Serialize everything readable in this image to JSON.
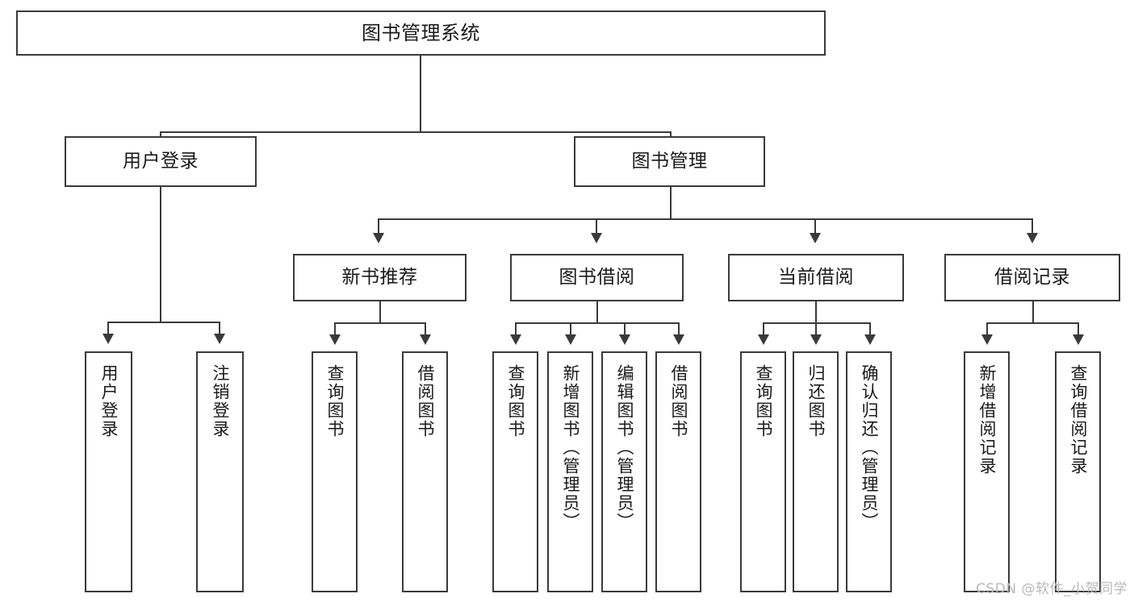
{
  "diagram": {
    "title_box": {
      "label": "图书管理系统"
    },
    "level2": [
      {
        "id": "user-login",
        "label": "用户登录"
      },
      {
        "id": "book-manage",
        "label": "图书管理"
      }
    ],
    "level3": [
      {
        "id": "new-book-recommend",
        "label": "新书推荐"
      },
      {
        "id": "book-borrow",
        "label": "图书借阅"
      },
      {
        "id": "current-borrow",
        "label": "当前借阅"
      },
      {
        "id": "borrow-record",
        "label": "借阅记录"
      }
    ],
    "leaves": {
      "user_login": [
        {
          "id": "leaf-user-login",
          "label": "用户登录"
        },
        {
          "id": "leaf-logout-login",
          "label": "注销登录"
        }
      ],
      "new_book_recommend": [
        {
          "id": "leaf-query-book-1",
          "label": "查询图书"
        },
        {
          "id": "leaf-borrow-book-1",
          "label": "借阅图书"
        }
      ],
      "book_borrow": [
        {
          "id": "leaf-query-book-2",
          "label": "查询图书"
        },
        {
          "id": "leaf-add-book",
          "label": "新增图书（管理员）"
        },
        {
          "id": "leaf-edit-book",
          "label": "编辑图书（管理员）"
        },
        {
          "id": "leaf-borrow-book-2",
          "label": "借阅图书"
        }
      ],
      "current_borrow": [
        {
          "id": "leaf-query-book-3",
          "label": "查询图书"
        },
        {
          "id": "leaf-return-book",
          "label": "归还图书"
        },
        {
          "id": "leaf-confirm-return",
          "label": "确认归还（管理员）"
        }
      ],
      "borrow_record": [
        {
          "id": "leaf-add-record",
          "label": "新增借阅记录"
        },
        {
          "id": "leaf-query-record",
          "label": "查询借阅记录"
        }
      ]
    },
    "watermark": "CSDN @软件_小贺同学",
    "colors": {
      "stroke": "#3a3a3a",
      "text": "#1a1a1a",
      "background": "#ffffff",
      "watermark": "#b9b9b9"
    }
  }
}
